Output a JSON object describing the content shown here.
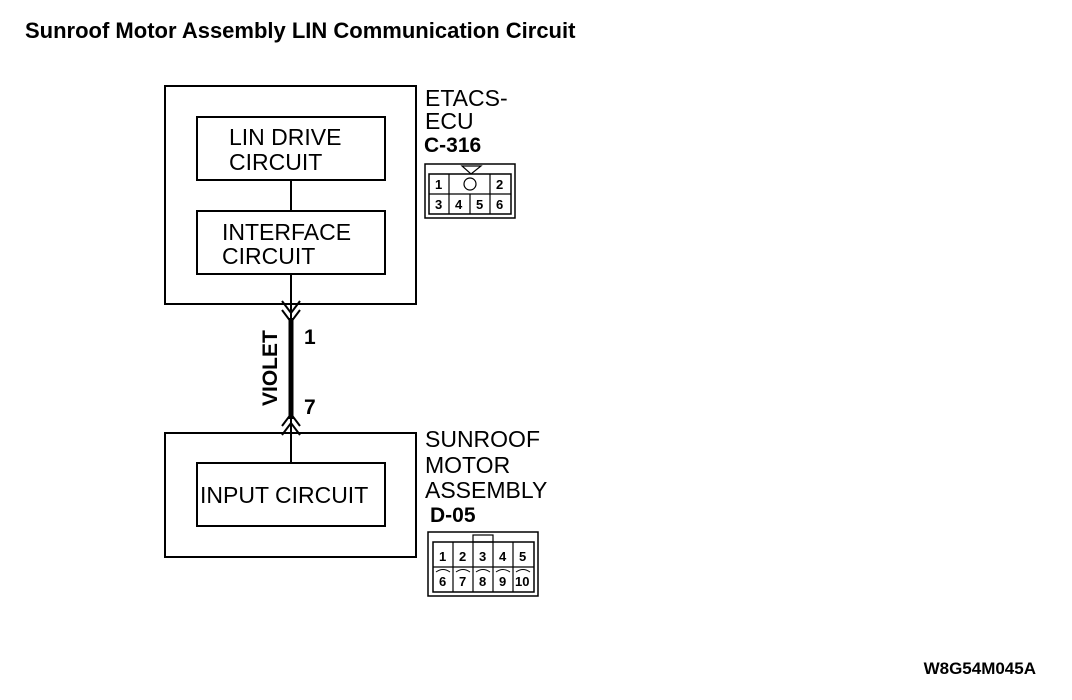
{
  "title": "Sunroof Motor Assembly LIN Communication Circuit",
  "etacs": {
    "name_line1": "ETACS-",
    "name_line2": "ECU",
    "connector_id": "C-316",
    "block1_line1": "LIN DRIVE",
    "block1_line2": "CIRCUIT",
    "block2_line1": "INTERFACE",
    "block2_line2": "CIRCUIT",
    "connector_pins_top": [
      "1",
      "2"
    ],
    "connector_pins_bottom": [
      "3",
      "4",
      "5",
      "6"
    ]
  },
  "wire": {
    "color_label": "VIOLET",
    "pin_top": "1",
    "pin_bottom": "7"
  },
  "sunroof": {
    "name_line1": "SUNROOF",
    "name_line2": "MOTOR",
    "name_line3": "ASSEMBLY",
    "connector_id": "D-05",
    "block_label": "INPUT CIRCUIT",
    "connector_pins_top": [
      "1",
      "2",
      "3",
      "4",
      "5"
    ],
    "connector_pins_bottom": [
      "6",
      "7",
      "8",
      "9",
      "10"
    ]
  },
  "drawing_code": "W8G54M045A"
}
